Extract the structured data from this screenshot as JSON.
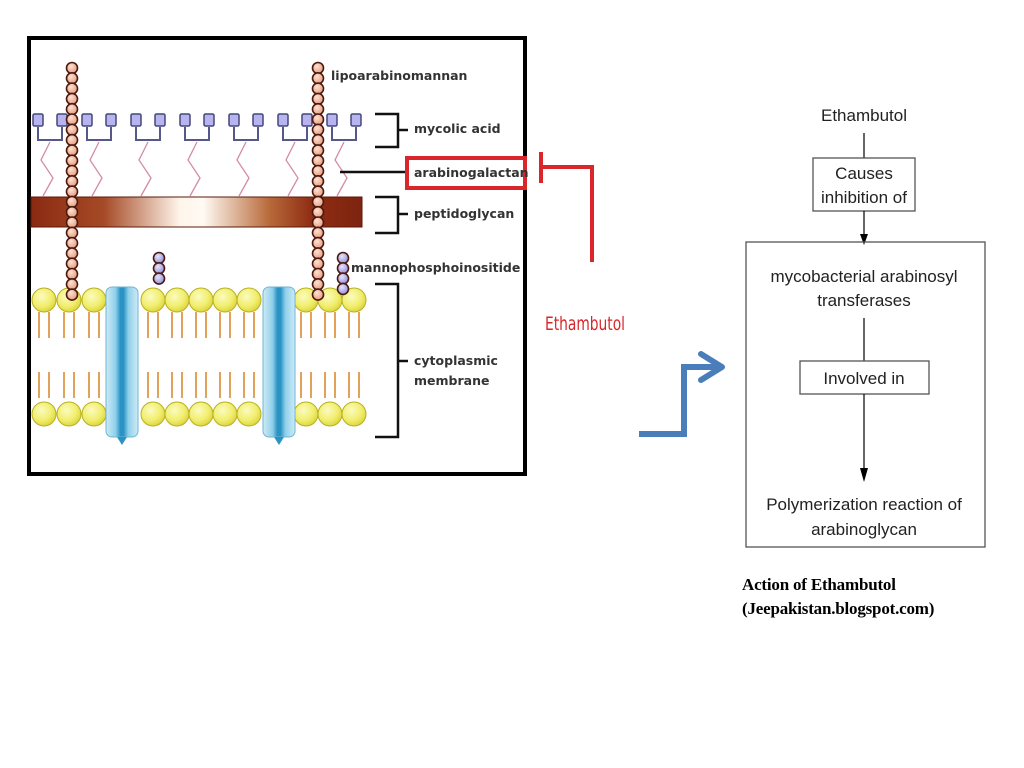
{
  "diagram": {
    "title": "Mycobacterial cell wall",
    "labels": {
      "lipoarabinomannan": "lipoarabinomannan",
      "mycolic_acid": "mycolic acid",
      "arabinogalactan": "arabinogalactan",
      "peptidoglycan": "peptidoglycan",
      "mannophosphoinositide": "mannophosphoinositide",
      "cytoplasmic_membrane_line1": "cytoplasmic",
      "cytoplasmic_membrane_line2": "membrane"
    },
    "highlight_color": "#d9262b",
    "inhibitor_label": "Ethambutol"
  },
  "flowchart": {
    "start": "Ethambutol",
    "step1_line1": "Causes",
    "step1_line2": "inhibition of",
    "target_line1": "mycobacterial arabinosyl",
    "target_line2": "transferases",
    "step2": "Involved in",
    "result_line1": "Polymerization reaction of",
    "result_line2": "arabinoglycan"
  },
  "caption": {
    "line1": "Action of Ethambutol",
    "line2": "(Jeepakistan.blogspot.com)"
  },
  "colors": {
    "arrow_blue": "#4a7ebb",
    "red": "#d9262b",
    "membrane_head": "#f2f07a",
    "channel_blue": "#3aa6cf",
    "peptidoglycan_brown": "#8b2a12"
  }
}
